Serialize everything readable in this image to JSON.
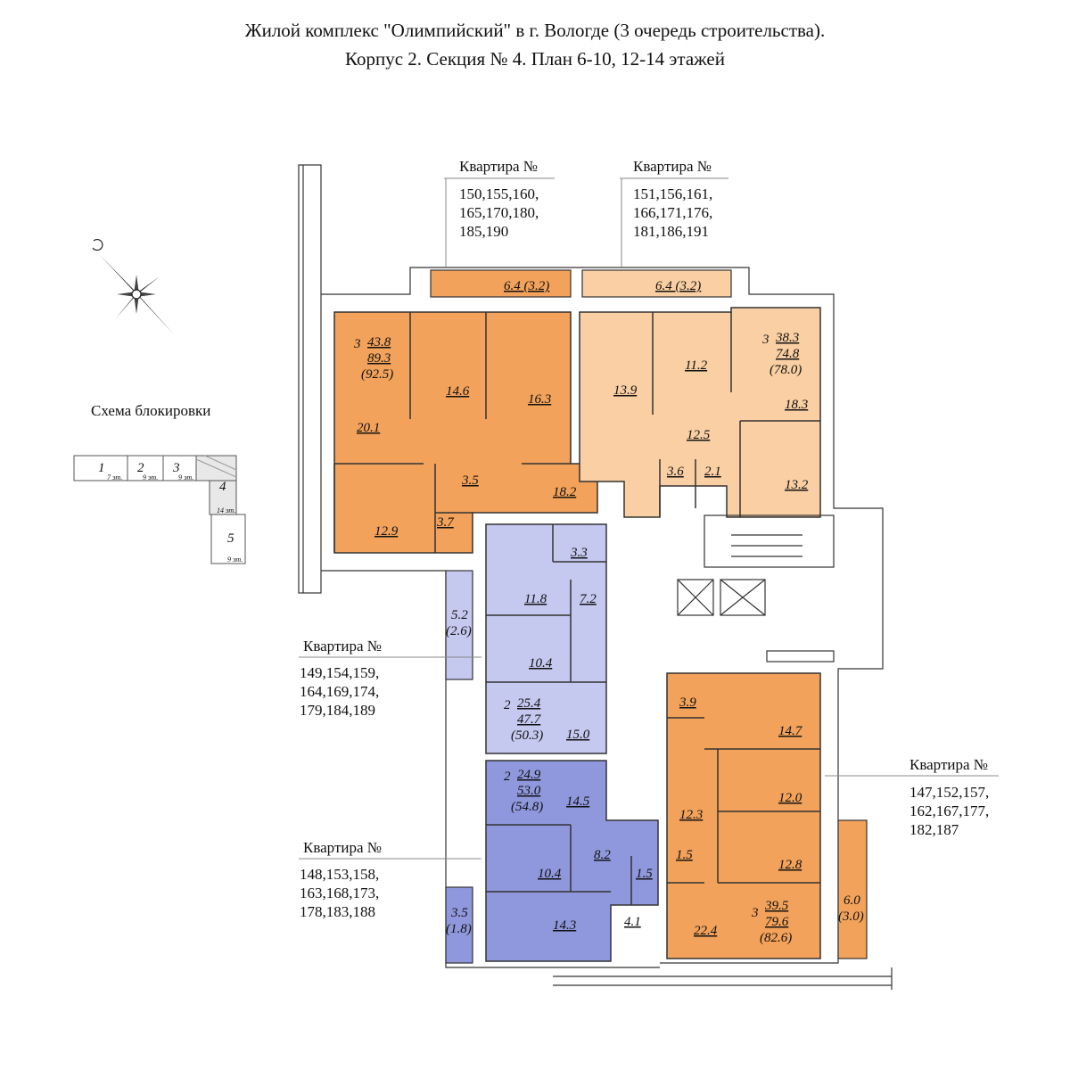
{
  "header": {
    "title_line1": "Жилой комплекс \"Олимпийский\" в г. Вологде (3 очередь строительства).",
    "title_line2": "Корпус 2. Секция № 4. План 6-10, 12-14 этажей"
  },
  "scheme": {
    "title": "Схема блокировки",
    "sections": [
      "1",
      "2",
      "3",
      "4",
      "5"
    ],
    "floors": [
      "7 эт.",
      "9 эт.",
      "9 эт.",
      "14 эт.",
      "9 эт."
    ]
  },
  "apartments": [
    {
      "id": "apt-a",
      "heading": "Квартира №",
      "numbers": [
        "150,155,160,",
        "165,170,180,",
        "185,190"
      ],
      "color": "#f2a25a",
      "rooms": "3",
      "living": "43.8",
      "total": "89.3",
      "total_with_balcony": "(92.5)",
      "areas": [
        "20.1",
        "14.6",
        "16.3",
        "12.9",
        "3.5",
        "3.7",
        "18.2"
      ],
      "balcony": "6.4 (3.2)"
    },
    {
      "id": "apt-b",
      "heading": "Квартира №",
      "numbers": [
        "151,156,161,",
        "166,171,176,",
        "181,186,191"
      ],
      "color": "#f9cfa3",
      "rooms": "3",
      "living": "38.3",
      "total": "74.8",
      "total_with_balcony": "(78.0)",
      "areas": [
        "13.9",
        "11.2",
        "18.3",
        "12.5",
        "3.6",
        "2.1",
        "13.2"
      ],
      "balcony": "6.4 (3.2)"
    },
    {
      "id": "apt-c",
      "heading": "Квартира №",
      "numbers": [
        "149,154,159,",
        "164,169,174,",
        "179,184,189"
      ],
      "color": "#c5c8ef",
      "rooms": "2",
      "living": "25.4",
      "total": "47.7",
      "total_with_balcony": "(50.3)",
      "areas": [
        "3.3",
        "11.8",
        "7.2",
        "10.4",
        "15.0"
      ],
      "balcony": "5.2",
      "balcony_half": "(2.6)"
    },
    {
      "id": "apt-d",
      "heading": "Квартира №",
      "numbers": [
        "148,153,158,",
        "163,168,173,",
        "178,183,188"
      ],
      "color": "#8f98dc",
      "rooms": "2",
      "living": "24.9",
      "total": "53.0",
      "total_with_balcony": "(54.8)",
      "areas": [
        "14.5",
        "10.4",
        "8.2",
        "1.5",
        "14.3",
        "4.1"
      ],
      "balcony": "3.5",
      "balcony_half": "(1.8)"
    },
    {
      "id": "apt-e",
      "heading": "Квартира №",
      "numbers": [
        "147,152,157,",
        "162,167,177,",
        "182,187"
      ],
      "color": "#f2a25a",
      "rooms": "3",
      "living": "39.5",
      "total": "79.6",
      "total_with_balcony": "(82.6)",
      "areas": [
        "3.9",
        "14.7",
        "12.0",
        "12.3",
        "12.8",
        "1.5",
        "22.4"
      ],
      "balcony": "6.0",
      "balcony_half": "(3.0)"
    }
  ],
  "colors": {
    "orange": "#f2a25a",
    "peach": "#f9cfa3",
    "lavender": "#c5c8ef",
    "blue": "#8f98dc",
    "wall": "#333333"
  },
  "icons": {
    "compass": "compass-rose-icon"
  }
}
